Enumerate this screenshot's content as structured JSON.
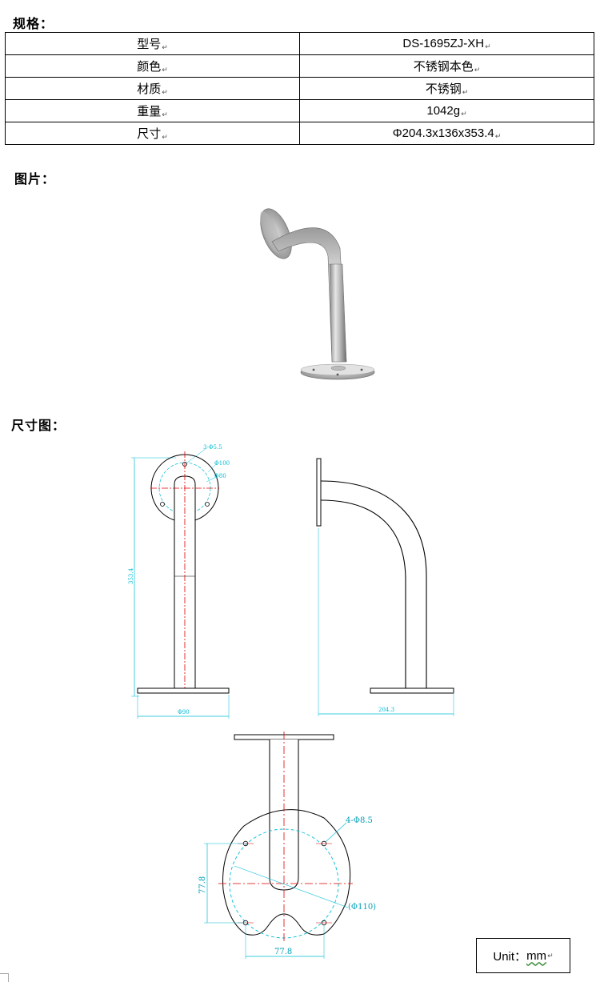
{
  "headings": {
    "spec": "规格：",
    "photo": "图片：",
    "dims": "尺寸图："
  },
  "spec_table": {
    "rows": [
      {
        "label": "型号",
        "value": "DS-1695ZJ-XH"
      },
      {
        "label": "颜色",
        "value": "不锈钢本色"
      },
      {
        "label": "材质",
        "value": "不锈钢"
      },
      {
        "label": "重量",
        "value": "1042g"
      },
      {
        "label": "尺寸",
        "value": "Φ204.3x136x353.4"
      }
    ],
    "paragraph_mark": "↵"
  },
  "drawing_labels": {
    "front_hole": "3-Φ5.5",
    "front_d1": "Φ100",
    "front_d2": "Φ80",
    "front_height": "353.4",
    "front_base": "Φ90",
    "side_width": "204.3",
    "bottom_holes": "4-Φ8.5",
    "bottom_circle": "(Φ110)",
    "bottom_vert": "77.8",
    "bottom_horiz": "77.8"
  },
  "unit": {
    "label": "Unit：",
    "value": "mm"
  },
  "colors": {
    "dimension_line": "#00bcd4",
    "center_line": "#e00000",
    "outline": "#000000"
  }
}
